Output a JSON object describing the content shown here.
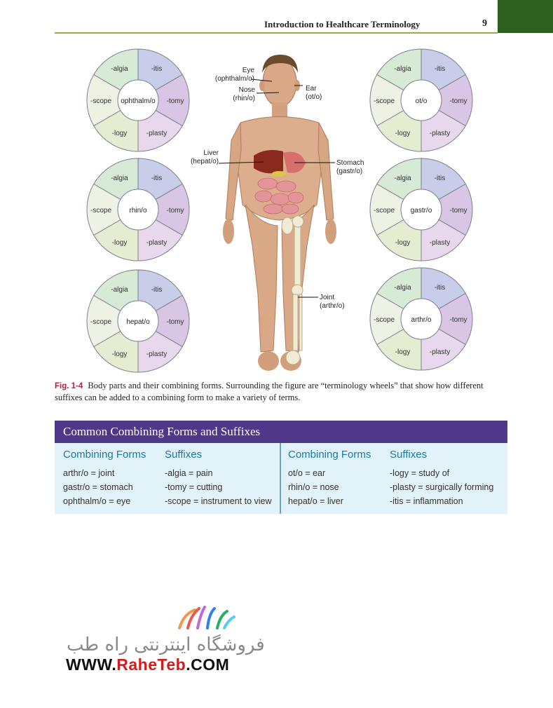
{
  "header": {
    "title": "Introduction to Healthcare Terminology",
    "page": "9"
  },
  "figure": {
    "wheels": [
      {
        "center": "ophthalm/o",
        "suffixes": [
          "-itis",
          "-tomy",
          "-plasty",
          "-logy",
          "-scope",
          "-algia"
        ]
      },
      {
        "center": "rhin/o",
        "suffixes": [
          "-itis",
          "-tomy",
          "-plasty",
          "-logy",
          "-scope",
          "-algia"
        ]
      },
      {
        "center": "hepat/o",
        "suffixes": [
          "-itis",
          "-tomy",
          "-plasty",
          "-logy",
          "-scope",
          "-algia"
        ]
      },
      {
        "center": "ot/o",
        "suffixes": [
          "-itis",
          "-tomy",
          "-plasty",
          "-logy",
          "-scope",
          "-algia"
        ]
      },
      {
        "center": "gastr/o",
        "suffixes": [
          "-itis",
          "-tomy",
          "-plasty",
          "-logy",
          "-scope",
          "-algia"
        ]
      },
      {
        "center": "arthr/o",
        "suffixes": [
          "-itis",
          "-tomy",
          "-plasty",
          "-logy",
          "-scope",
          "-algia"
        ]
      }
    ],
    "labels": {
      "eye": "Eye",
      "eye_form": "(ophthalm/o)",
      "nose": "Nose",
      "nose_form": "(rhin/o)",
      "ear": "Ear",
      "ear_form": "(ot/o)",
      "liver": "Liver",
      "liver_form": "(hepat/o)",
      "stomach": "Stomach",
      "stomach_form": "(gastr/o)",
      "joint": "Joint",
      "joint_form": "(arthr/o)"
    },
    "segment_colors": [
      "#c8cdea",
      "#d8c6e4",
      "#e8d8ee",
      "#e4ecd2",
      "#eef2e4",
      "#d6ead6"
    ]
  },
  "caption": {
    "label": "Fig. 1-4",
    "text": "Body parts and their combining forms. Surrounding the figure are “terminology wheels” that show how different suffixes can be added to a combining form to make a variety of terms."
  },
  "table": {
    "title": "Common Combining Forms and Suffixes",
    "left": {
      "forms_header": "Combining Forms",
      "forms": [
        "arthr/o = joint",
        "gastr/o = stomach",
        "ophthalm/o = eye"
      ],
      "suffix_header": "Suffixes",
      "suffixes": [
        "-algia = pain",
        "-tomy = cutting",
        "-scope = instrument to view"
      ]
    },
    "right": {
      "forms_header": "Combining Forms",
      "forms": [
        "ot/o = ear",
        "rhin/o = nose",
        "hepat/o = liver"
      ],
      "suffix_header": "Suffixes",
      "suffixes": [
        "-logy = study of",
        "-plasty = surgically forming",
        "-itis = inflammation"
      ]
    }
  },
  "watermark": {
    "persian": "فروشگاه اینترنتی راه طب",
    "url_prefix": "WWW.",
    "url_brand": "RaheTeb",
    "url_suffix": ".COM"
  }
}
